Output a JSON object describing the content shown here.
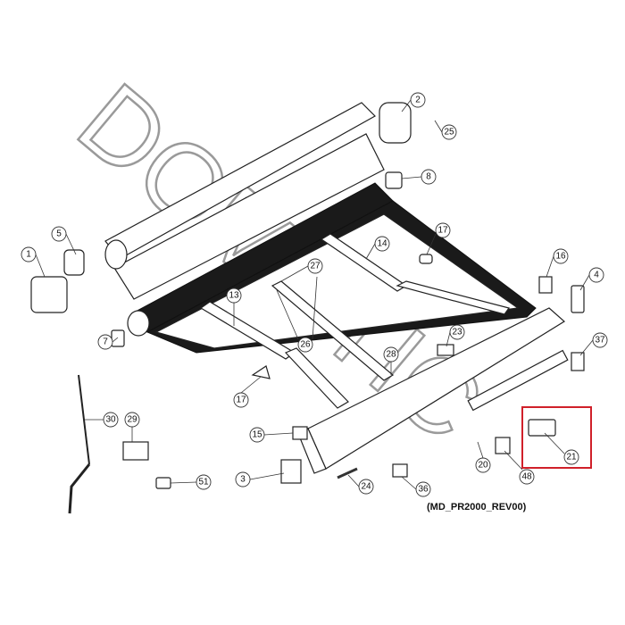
{
  "watermark": "DOMETIC",
  "caption": "(MD_PR2000_REV00)",
  "highlight_color": "#d0202a",
  "highlighted_part": "21",
  "callouts": [
    "1",
    "2",
    "3",
    "4",
    "5",
    "7",
    "8",
    "13",
    "14",
    "15",
    "16",
    "17",
    "17",
    "20",
    "21",
    "23",
    "24",
    "25",
    "26",
    "27",
    "28",
    "29",
    "30",
    "36",
    "37",
    "48",
    "51"
  ]
}
